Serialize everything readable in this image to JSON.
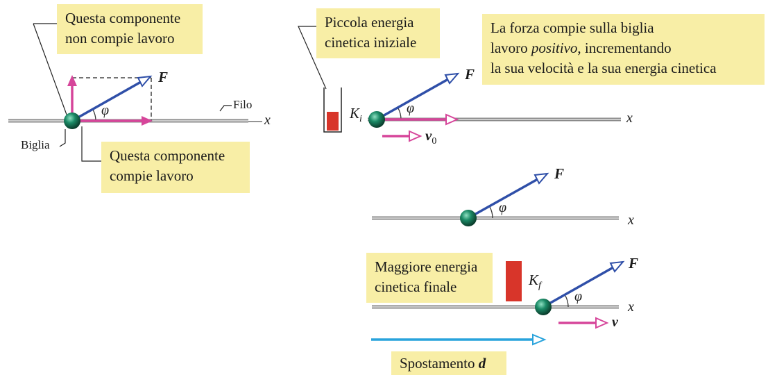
{
  "labels": {
    "force": "F",
    "angle": "φ",
    "axis": "x",
    "wire": "Filo",
    "bead": "Biglia",
    "k_initial_main": "K",
    "k_initial_sub": "i",
    "k_final_main": "K",
    "k_final_sub": "f",
    "v0_main": "v",
    "v0_sub": "0",
    "v_final": "v"
  },
  "callouts": {
    "no_work": {
      "line1": "Questa componente",
      "line2": "non compie lavoro"
    },
    "does_work": {
      "line1": "Questa componente",
      "line2": "compie lavoro"
    },
    "small_ke": {
      "line1": "Piccola energia",
      "line2": "cinetica iniziale"
    },
    "force_work": {
      "line1": "La forza compie sulla biglia",
      "line2_emph": "positivo",
      "line2_pre": "lavoro ",
      "line2_post": ", incrementando",
      "line3": "la sua velocità e la sua energia cinetica"
    },
    "large_ke": {
      "line1": "Maggiore energia",
      "line2": "cinetica finale"
    },
    "displacement": {
      "text": "Spostamento",
      "symbol": "d"
    }
  },
  "colors": {
    "callout_fill": "#f8eea6",
    "force_vector": "#2f4fa8",
    "component_vector": "#d6459a",
    "displacement_arrow": "#29a3dc",
    "energy_bar": "#d8352a",
    "bead": "#1b8a66",
    "wire": "#8a8a8a"
  }
}
